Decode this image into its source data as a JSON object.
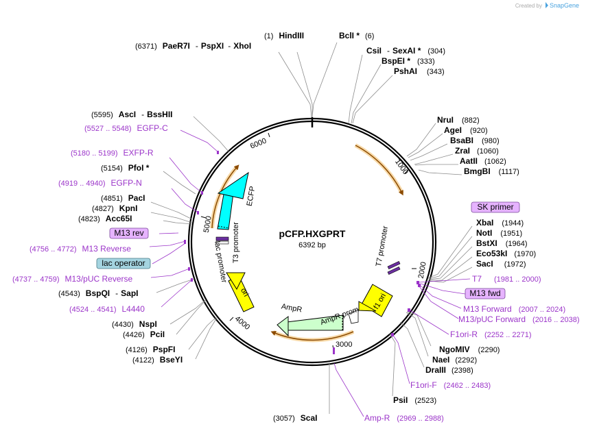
{
  "watermark": {
    "prefix": "Created by",
    "brand": "SnapGene"
  },
  "plasmid": {
    "name": "pCFP.HXGPRT",
    "size": "6392 bp"
  },
  "ticks": [
    "1000",
    "2000",
    "3000",
    "4000",
    "5000",
    "6000"
  ],
  "features": {
    "ecfp": "ECFP",
    "lac_promoter": "lac promoter",
    "t3_promoter": "T3 promoter",
    "ori": "ori",
    "ampr": "AmpR",
    "ampr_promoter": "AmpR promoter",
    "f1_ori": "f1 ori",
    "t7_promoter": "T7 promoter"
  },
  "sites": {
    "hindiii": {
      "pos": "(1)",
      "name": "HindIII"
    },
    "bcli": {
      "name": "BclI *",
      "pos": "(6)"
    },
    "paer7i": {
      "pos": "(6371)",
      "name": "PaeR7I",
      "dash1": "-",
      "name2": "PspXI",
      "dash2": "-",
      "name3": "XhoI"
    },
    "csii": {
      "name": "CsiI",
      "dash": "-",
      "name2": "SexAI *",
      "pos": "(304)"
    },
    "bspei": {
      "name": "BspEI *",
      "pos": "(333)"
    },
    "pshai": {
      "name": "PshAI",
      "pos": "(343)"
    },
    "asci": {
      "pos": "(5595)",
      "name": "AscI",
      "dash": "-",
      "name2": "BssHII"
    },
    "nrui": {
      "name": "NruI",
      "pos": "(882)"
    },
    "agei": {
      "name": "AgeI",
      "pos": "(920)"
    },
    "bsabi": {
      "name": "BsaBI",
      "pos": "(980)"
    },
    "zrai": {
      "name": "ZraI",
      "pos": "(1060)"
    },
    "aatii": {
      "name": "AatII",
      "pos": "(1062)"
    },
    "bmgbi": {
      "name": "BmgBI",
      "pos": "(1117)"
    },
    "pfoi": {
      "pos": "(5154)",
      "name": "PfoI *"
    },
    "paci": {
      "pos": "(4851)",
      "name": "PacI"
    },
    "kpni": {
      "pos": "(4827)",
      "name": "KpnI"
    },
    "acc65i": {
      "pos": "(4823)",
      "name": "Acc65I"
    },
    "xbai": {
      "name": "XbaI",
      "pos": "(1944)"
    },
    "noti": {
      "name": "NotI",
      "pos": "(1951)"
    },
    "bstxi": {
      "name": "BstXI",
      "pos": "(1964)"
    },
    "eco53ki": {
      "name": "Eco53kI",
      "pos": "(1970)"
    },
    "saci": {
      "name": "SacI",
      "pos": "(1972)"
    },
    "bspqi": {
      "pos": "(4543)",
      "name": "BspQI",
      "dash": "-",
      "name2": "SapI"
    },
    "nspi": {
      "pos": "(4430)",
      "name": "NspI"
    },
    "pcii": {
      "pos": "(4426)",
      "name": "PciI"
    },
    "pspfi": {
      "pos": "(4126)",
      "name": "PspFI"
    },
    "bseyi": {
      "pos": "(4122)",
      "name": "BseYI"
    },
    "ngomiv": {
      "name": "NgoMIV",
      "pos": "(2290)"
    },
    "naei": {
      "name": "NaeI",
      "pos": "(2292)"
    },
    "draiii": {
      "name": "DraIII",
      "pos": "(2398)"
    },
    "psii": {
      "name": "PsiI",
      "pos": "(2523)"
    },
    "scai": {
      "pos": "(3057)",
      "name": "ScaI"
    }
  },
  "primers": {
    "egfp_c": {
      "range": "(5527 .. 5548)",
      "name": "EGFP-C"
    },
    "exfp_r": {
      "range": "(5180 .. 5199)",
      "name": "EXFP-R"
    },
    "egfp_n": {
      "range": "(4919 .. 4940)",
      "name": "EGFP-N"
    },
    "m13_reverse": {
      "range": "(4756 .. 4772)",
      "name": "M13 Reverse"
    },
    "m13_puc_reverse": {
      "range": "(4737 .. 4759)",
      "name": "M13/pUC Reverse"
    },
    "l4440": {
      "range": "(4524 .. 4541)",
      "name": "L4440"
    },
    "t7": {
      "name": "T7",
      "range": "(1981 .. 2000)"
    },
    "m13_forward": {
      "name": "M13 Forward",
      "range": "(2007 .. 2024)"
    },
    "m13_puc_forward": {
      "name": "M13/pUC Forward",
      "range": "(2016 .. 2038)"
    },
    "f1ori_r": {
      "name": "F1ori-R",
      "range": "(2252 .. 2271)"
    },
    "f1ori_f": {
      "name": "F1ori-F",
      "range": "(2462 .. 2483)"
    },
    "amp_r": {
      "name": "Amp-R",
      "range": "(2969 .. 2988)"
    }
  },
  "boxed": {
    "m13_rev": "M13 rev",
    "lac_operator": "lac operator",
    "sk_primer": "SK primer",
    "m13_fwd": "M13 fwd"
  },
  "colors": {
    "backbone": "#000000",
    "ecfp": "#00ffff",
    "ori": "#ffff00",
    "ampr": "#ccffcc",
    "primer_text": "#9b34c9",
    "primer_box": "#e6b3ff",
    "lac_operator_box": "#a4d4e0",
    "orf_arrow": "#e49b25"
  }
}
